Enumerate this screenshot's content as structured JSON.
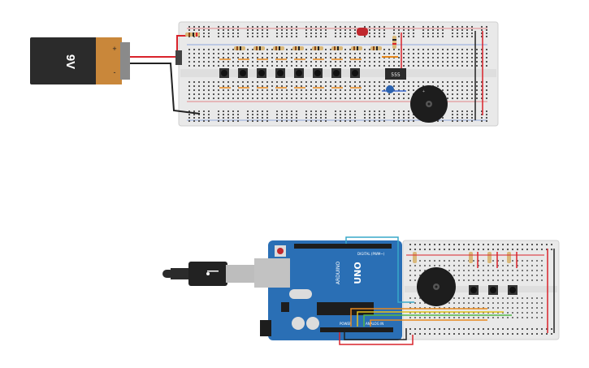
{
  "battery": {
    "label": "9V",
    "plus": "+",
    "minus": "-"
  },
  "ic": {
    "label": "555"
  },
  "arduino": {
    "brand": "UNO",
    "model": "ARDUINO",
    "digital_label": "DIGITAL (PWM~)",
    "analog_label": "ANALOG IN",
    "power_label": "POWER"
  },
  "colors": {
    "breadboard": "#e9e9e9",
    "battery_body": "#2b2b2b",
    "battery_cap": "#c9873a",
    "arduino_board": "#2a6fb5",
    "wire_red": "#d9232b",
    "wire_black": "#222222",
    "wire_orange": "#e8891e",
    "wire_yellow": "#e3c41c",
    "wire_green": "#54b848",
    "wire_cyan": "#38a9c9"
  },
  "icons": [
    "usb-cable-icon",
    "piezo-buzzer-icon",
    "push-button-icon",
    "resistor-icon",
    "led-icon"
  ]
}
